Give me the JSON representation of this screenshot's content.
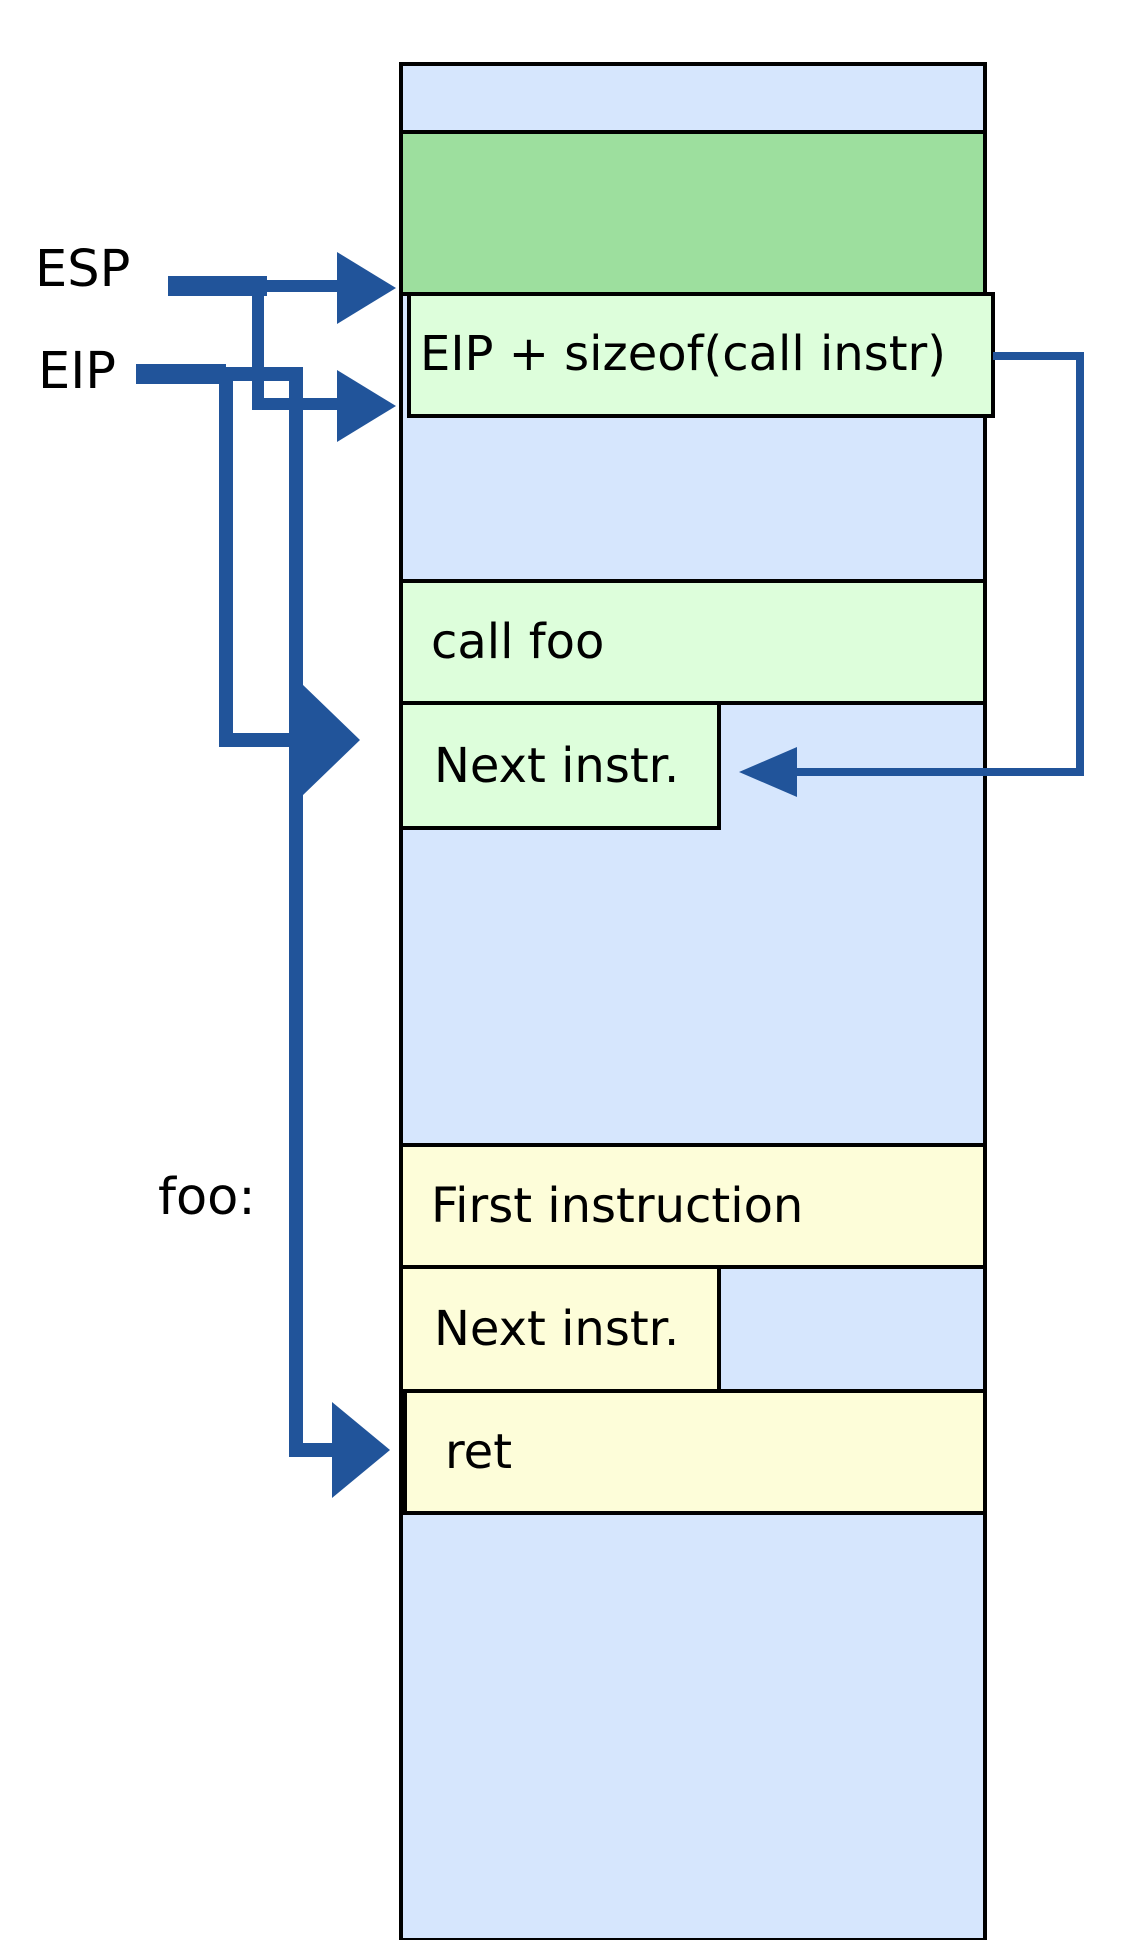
{
  "labels": {
    "esp": "ESP",
    "eip": "EIP",
    "foo": "foo:"
  },
  "cells": {
    "saved_return": "EIP + sizeof(call instr)",
    "call": "call foo",
    "next_after_call": "Next instr.",
    "first_instruction": "First instruction",
    "next_in_foo": "Next instr.",
    "ret": "ret"
  },
  "colors": {
    "memory": "#d6e6fd",
    "stack_top": "#9ddf9e",
    "caller_code": "#ddfedb",
    "callee_code": "#fdfdd9",
    "arrow": "#21549a",
    "outline": "#000000"
  }
}
